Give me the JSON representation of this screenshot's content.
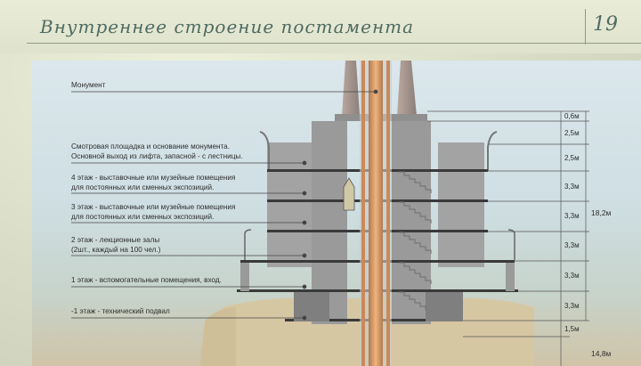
{
  "header": {
    "title": "Внутреннее строение постамента",
    "page_number": "19"
  },
  "labels": [
    {
      "lines": [
        "Монумент"
      ]
    },
    {
      "lines": [
        "Смотровая площадка и основание монумента.",
        "Основной выход из лифта, запасной - с лестницы."
      ]
    },
    {
      "lines": [
        "4 этаж - выставочные или музейные помещения",
        "для постоянных или сменных экспозиций."
      ]
    },
    {
      "lines": [
        "3 этаж - выставочные или музейные помещения",
        "для постоянных или сменных экспозиций."
      ]
    },
    {
      "lines": [
        "2 этаж - лекционные залы",
        "(2шт., каждый на 100 чел.)"
      ]
    },
    {
      "lines": [
        "1 этаж - вспомогательные помещения, вход."
      ]
    },
    {
      "lines": [
        "-1 этаж - технический подвал"
      ]
    }
  ],
  "dimensions": [
    "0,6м",
    "2,5м",
    "2,5м",
    "3,3м",
    "3,3м",
    "3,3м",
    "3,3м",
    "3,3м",
    "1,5м"
  ],
  "totals": [
    "18,2м",
    "14,8м"
  ],
  "colors": {
    "title": "#4f6b63",
    "wall": "#9a9a9a",
    "wall_dark": "#7f7f7f",
    "floor_slab": "#3a3a3a",
    "shaft_core": "#d9935c",
    "ground": "#d6c7a3"
  }
}
